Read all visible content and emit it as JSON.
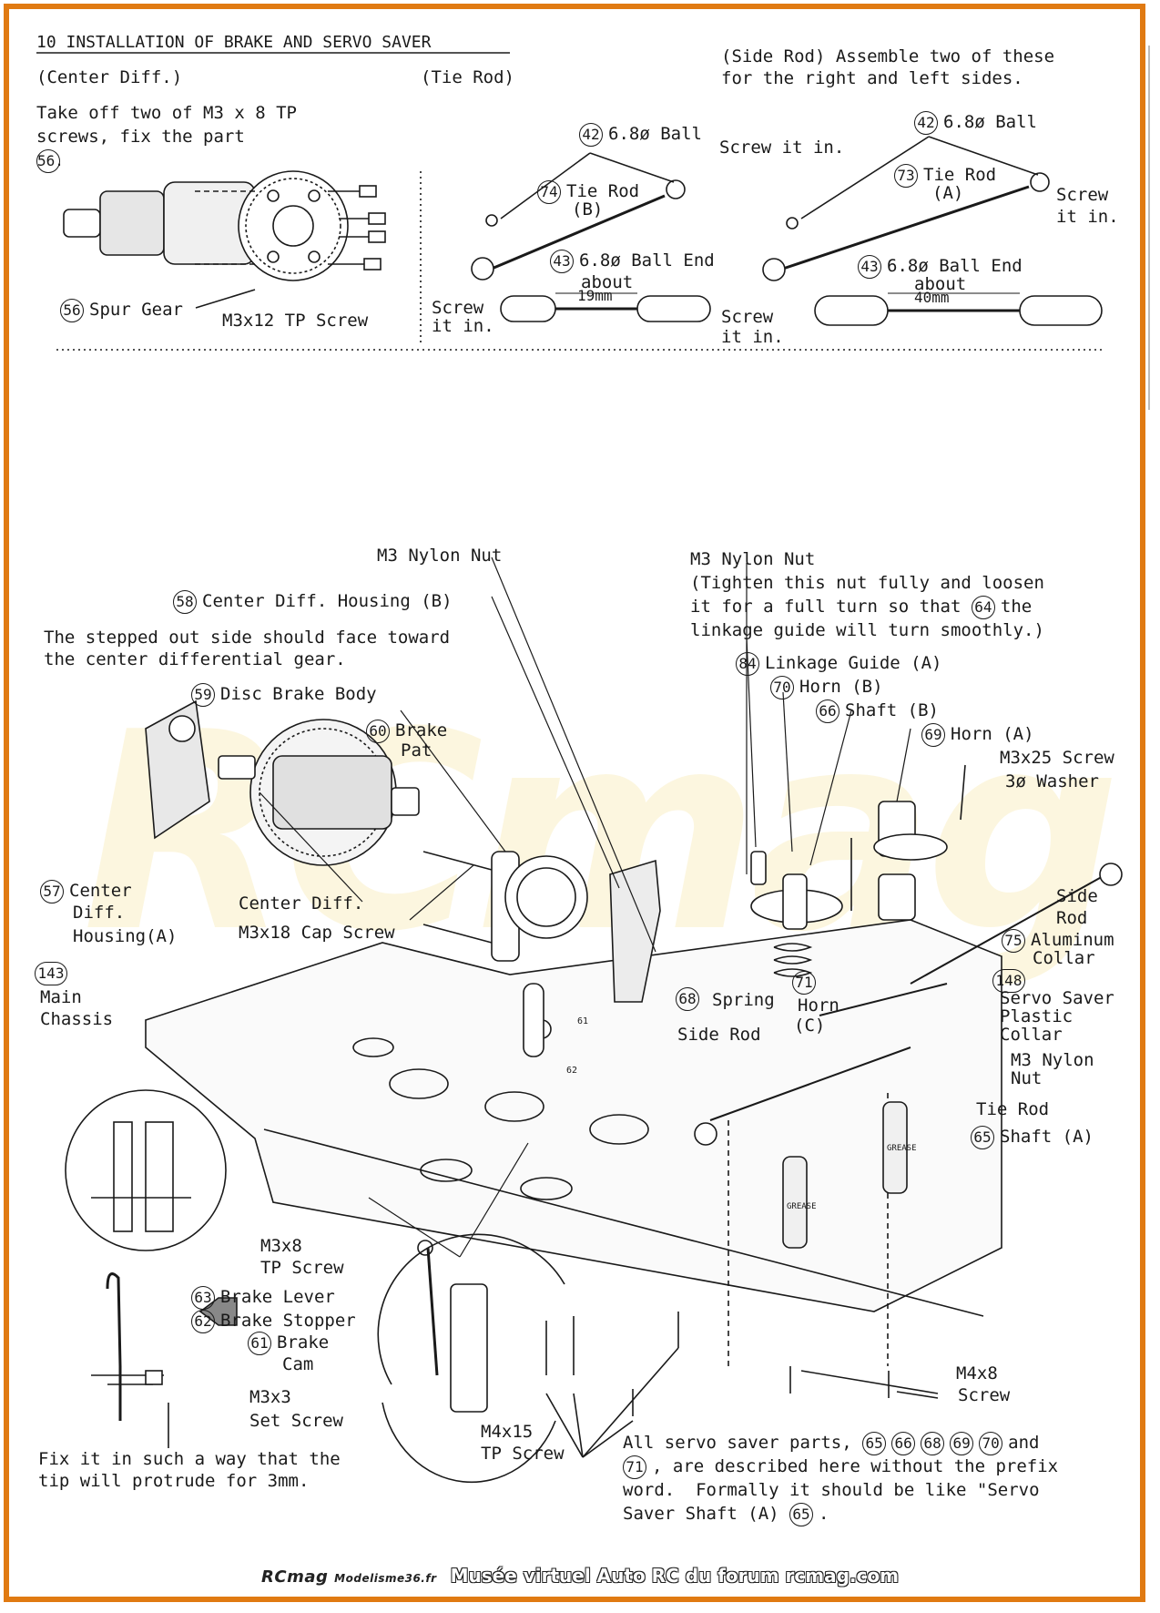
{
  "heading": "10 INSTALLATION OF BRAKE AND SERVO SAVER",
  "top": {
    "center_diff": {
      "label": "(Center Diff.)",
      "instruction": [
        "Take off two of M3 x 8 TP",
        "screws, fix the part",
        "56."
      ],
      "spur_gear": {
        "num": "56",
        "label": "Spur Gear"
      },
      "screw_label": "M3x12 TP Screw"
    },
    "tie_rod": {
      "label": "(Tie Rod)",
      "ball": {
        "num": "42",
        "label": "6.8ø Ball"
      },
      "screw_it_in_1": "Screw it in.",
      "tie_rod_b": {
        "num": "74",
        "label": "Tie Rod",
        "sub": "(B)"
      },
      "ball_end": {
        "num": "43",
        "label": "6.8ø Ball End"
      },
      "about": "about",
      "length": "19mm",
      "screw_it_in_2": [
        "Screw",
        "it in."
      ],
      "screw_it_in_3": [
        "Screw",
        "it in."
      ]
    },
    "side_rod": {
      "label": [
        "(Side Rod) Assemble two of these",
        "for the right and left sides."
      ],
      "ball": {
        "num": "42",
        "label": "6.8ø Ball"
      },
      "tie_rod_a": {
        "num": "73",
        "label": "Tie Rod",
        "sub": "(A)"
      },
      "screw_it_in": [
        "Screw",
        "it in."
      ],
      "ball_end": {
        "num": "43",
        "label": "6.8ø Ball End"
      },
      "about": "about",
      "length": "40mm"
    }
  },
  "main": {
    "m3_nylon_nut_left": "M3 Nylon Nut",
    "housing_b": {
      "num": "58",
      "label": "Center Diff. Housing (B)"
    },
    "stepped_note": [
      "The stepped out side should face toward",
      "the center differential gear."
    ],
    "disc_brake": {
      "num": "59",
      "label": "Disc Brake Body"
    },
    "brake_pat": {
      "num": "60",
      "label": [
        "Brake",
        "Pat"
      ]
    },
    "housing_a": {
      "num": "57",
      "label": [
        "Center",
        "Diff.",
        "Housing(A)"
      ]
    },
    "center_diff": "Center Diff.",
    "cap_screw": "M3x18 Cap Screw",
    "main_chassis": {
      "num": "143",
      "label": [
        "Main",
        "Chassis"
      ]
    },
    "m3_nylon_nut_right": [
      "M3 Nylon Nut",
      "(Tighten this nut fully and loosen",
      "it for a full turn so that",
      "the",
      "linkage guide will turn smoothly.)"
    ],
    "nut_note_num": "64",
    "linkage_guide": {
      "num": "84",
      "label": "Linkage Guide (A)"
    },
    "horn_b": {
      "num": "70",
      "label": "Horn (B)"
    },
    "shaft_b": {
      "num": "66",
      "label": "Shaft (B)"
    },
    "horn_a": {
      "num": "69",
      "label": "Horn (A)"
    },
    "screw_washer": [
      "M3x25 Screw",
      "3ø Washer"
    ],
    "side_rod": [
      "Side",
      "Rod"
    ],
    "aluminum_collar": {
      "num": "75",
      "label": [
        "Aluminum",
        "Collar"
      ]
    },
    "plastic_collar": {
      "num": "148",
      "label": [
        "Servo Saver",
        "Plastic",
        "Collar"
      ]
    },
    "m3_nylon_nut_3": [
      "M3 Nylon",
      "Nut"
    ],
    "spring": {
      "num": "68",
      "label": "Spring"
    },
    "horn_c": {
      "num": "71",
      "label": [
        "Horn",
        "(C)"
      ]
    },
    "side_rod_2": "Side Rod",
    "tie_rod": "Tie Rod",
    "shaft_a": {
      "num": "65",
      "label": "Shaft (A)"
    },
    "grease": "GREASE",
    "m3x8_tp": [
      "M3x8",
      "TP Screw"
    ],
    "brake_lever": {
      "num": "63",
      "label": "Brake Lever"
    },
    "brake_stopper": {
      "num": "62",
      "label": "Brake Stopper"
    },
    "brake_cam": {
      "num": "61",
      "label": [
        "Brake",
        "Cam"
      ]
    },
    "set_screw": [
      "M3x3",
      "Set Screw"
    ],
    "m4x15": [
      "M4x15",
      "TP Screw"
    ],
    "m4x8": [
      "M4x8",
      "Screw"
    ],
    "fix_note": [
      "Fix it in such a way that the",
      "tip will protrude for 3mm."
    ],
    "servo_note": {
      "line1": "All servo saver parts,",
      "nums1": [
        "65",
        "66",
        "68",
        "69",
        "70"
      ],
      "and": "and",
      "num2": "71",
      "line2": ", are described here without the prefix",
      "line3": "word.  Formally it should be like \"Servo",
      "line4": "Saver Shaft (A)",
      "num3": "65",
      "end": "."
    },
    "small_tags": [
      "61",
      "62"
    ]
  },
  "footer": {
    "brand_top": "RCmag",
    "brand_bottom": "Modelisme36.fr",
    "caption": "Musée virtuel Auto RC du forum rcmag.com"
  },
  "watermark": "RCmag"
}
